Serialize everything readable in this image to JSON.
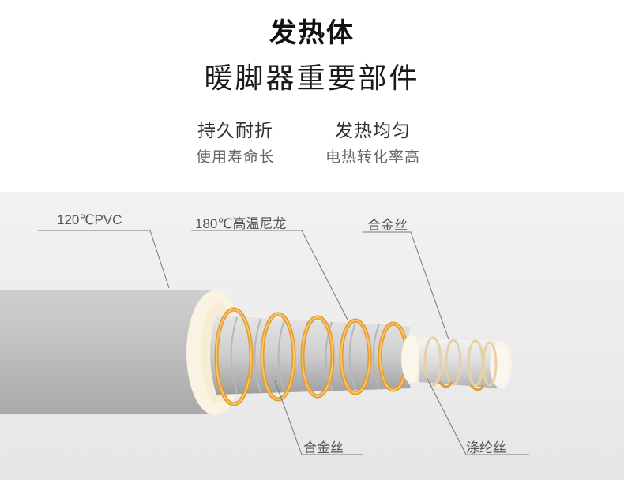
{
  "header": {
    "title": "发热体",
    "subtitle": "暖脚器重要部件"
  },
  "features": [
    {
      "title": "持久耐折",
      "desc": "使用寿命长"
    },
    {
      "title": "发热均匀",
      "desc": "电热转化率高"
    }
  ],
  "diagram": {
    "labels": {
      "pvc": "120℃PVC",
      "nylon": "180℃高温尼龙",
      "alloy_top": "合金丝",
      "alloy_bottom": "合金丝",
      "polyester": "涤纶丝"
    },
    "colors": {
      "pvc": "#bdbdbd",
      "nylon": "#fbf6e8",
      "alloy_wire": "#e8a23a",
      "core": "#d9d9d9",
      "polyester": "#f0e0c8"
    }
  }
}
